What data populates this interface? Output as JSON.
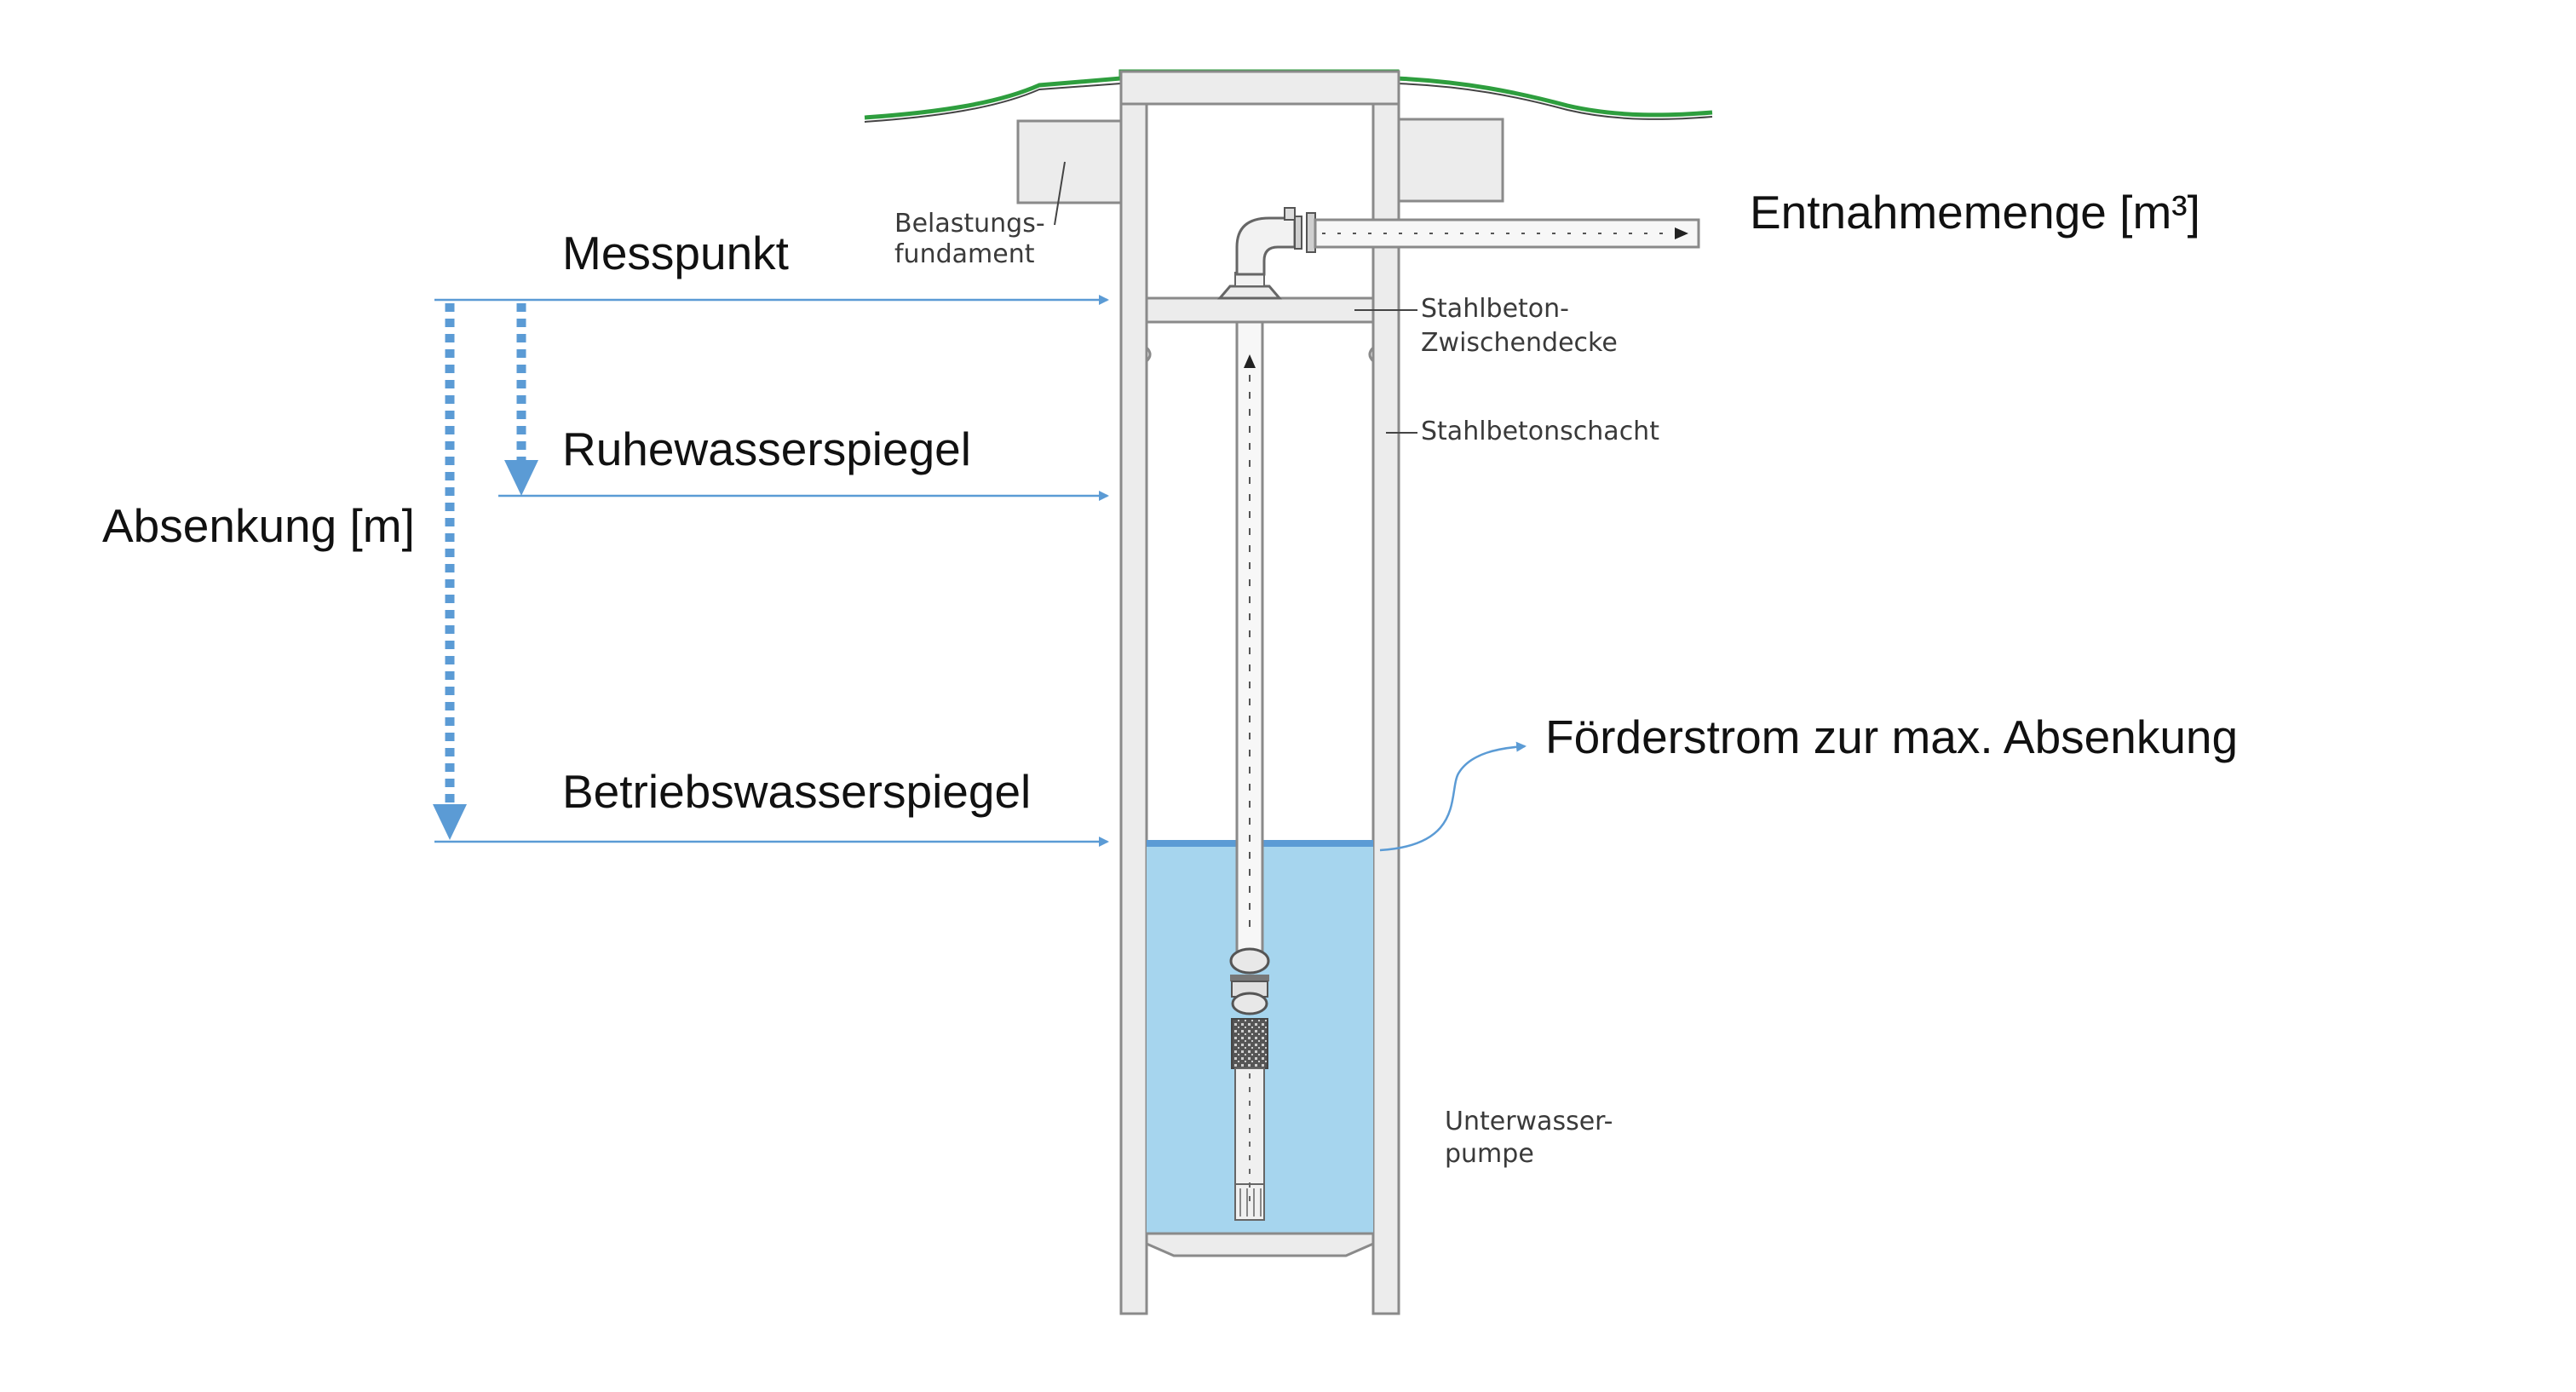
{
  "labels": {
    "messpunkt": "Messpunkt",
    "ruhewasserspiegel": "Ruhewasserspiegel",
    "absenkung": "Absenkung [m]",
    "betriebswasserspiegel": "Betriebswasserspiegel",
    "entnahmemenge": "Entnahmemenge [m³]",
    "foerderstrom": "Förderstrom zur max. Absenkung",
    "belastungsfundament_1": "Belastungs-",
    "belastungsfundament_2": "fundament",
    "zwischendecke_1": "Stahlbeton-",
    "zwischendecke_2": "Zwischendecke",
    "stahlbetonschacht": "Stahlbetonschacht",
    "pumpe_1": "Unterwasser-",
    "pumpe_2": "pumpe"
  },
  "colors": {
    "arrow_blue": "#5b9bd5",
    "water": "#a6d5ee",
    "water_surface": "#5b9bd5",
    "ground": "#2e9e3e",
    "concrete_fill": "#ececec",
    "concrete_stroke": "#8a8a8a"
  },
  "icons": {
    "pump": "submersible-pump-icon",
    "pipe": "discharge-pipe-icon"
  }
}
